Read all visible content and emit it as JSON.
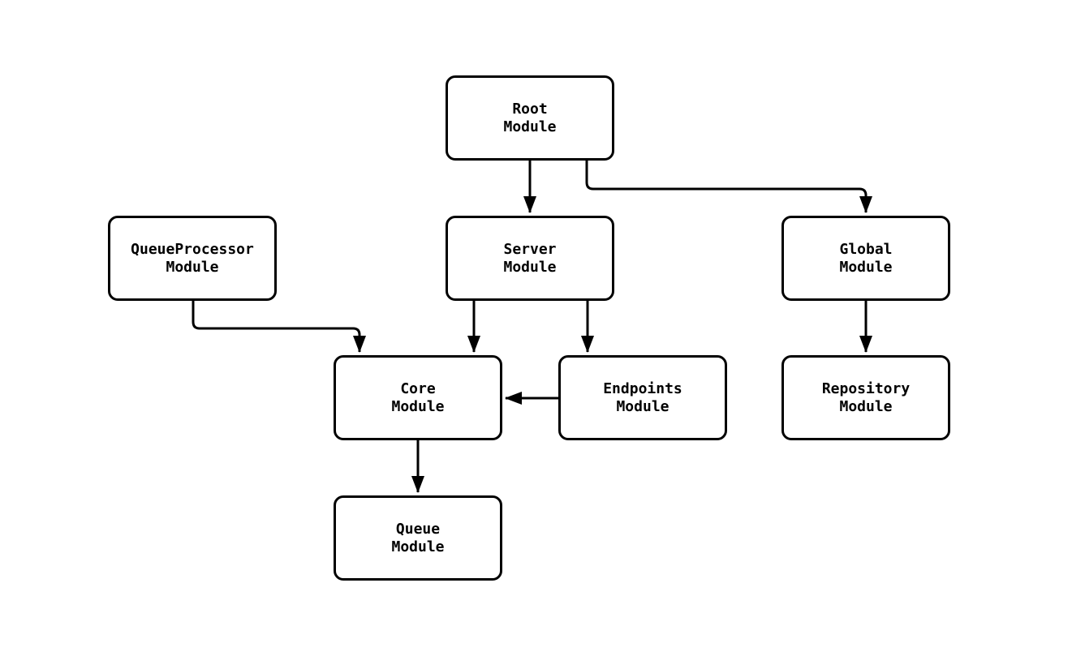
{
  "diagram": {
    "background_color": "#ffffff",
    "line_color": "#000000",
    "node_fill_color": "#ffffff",
    "nodes": [
      {
        "id": "root-module",
        "label": "Root\nModule"
      },
      {
        "id": "queueprocessor-module",
        "label": "QueueProcessor\nModule"
      },
      {
        "id": "server-module",
        "label": "Server\nModule"
      },
      {
        "id": "global-module",
        "label": "Global\nModule"
      },
      {
        "id": "core-module",
        "label": "Core\nModule"
      },
      {
        "id": "endpoints-module",
        "label": "Endpoints\nModule"
      },
      {
        "id": "repository-module",
        "label": "Repository\nModule"
      },
      {
        "id": "queue-module",
        "label": "Queue\nModule"
      }
    ],
    "edges": [
      {
        "from": "Root Module",
        "to": "Server Module"
      },
      {
        "from": "Root Module",
        "to": "Global Module"
      },
      {
        "from": "QueueProcessor Module",
        "to": "Core Module"
      },
      {
        "from": "Server Module",
        "to": "Core Module"
      },
      {
        "from": "Server Module",
        "to": "Endpoints Module"
      },
      {
        "from": "Endpoints Module",
        "to": "Core Module"
      },
      {
        "from": "Global Module",
        "to": "Repository Module"
      },
      {
        "from": "Core Module",
        "to": "Queue Module"
      }
    ]
  }
}
